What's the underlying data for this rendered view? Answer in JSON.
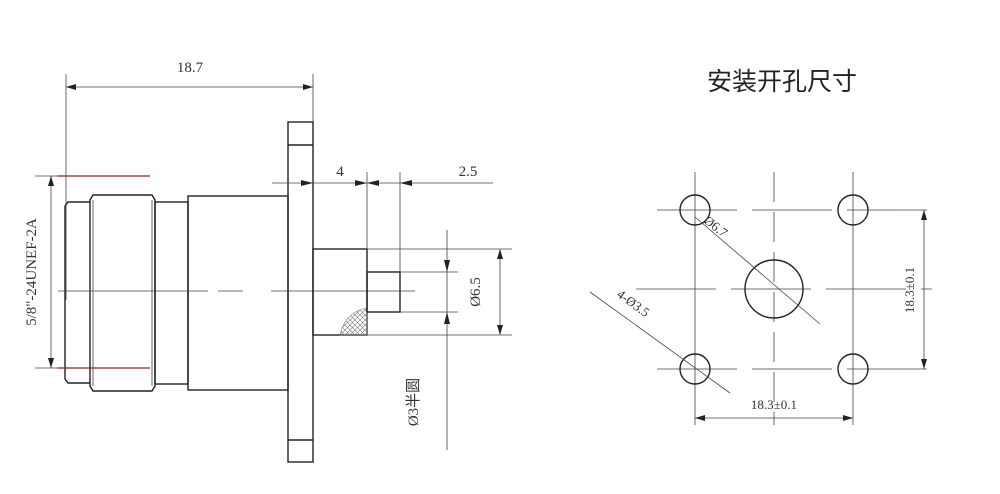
{
  "side_view": {
    "overall_length": "18.7",
    "thread_spec": "5/8\"-24UNEF-2A",
    "boss_length": "4",
    "pin_length": "2.5",
    "boss_diameter": "Ø6.5",
    "pin_note": "Ø3半圆"
  },
  "mounting_cutout": {
    "title": "安装开孔尺寸",
    "center_hole": "Ø6.7",
    "corner_holes": "4-Ø3.5",
    "vertical_spacing": "18.3±0.1",
    "horizontal_spacing": "18.3±0.1"
  }
}
